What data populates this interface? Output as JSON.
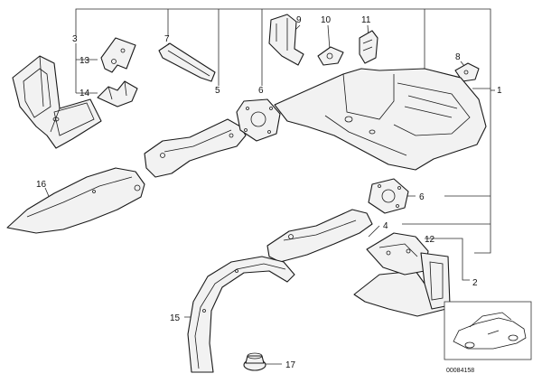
{
  "callouts": {
    "c3": "3",
    "c7": "7",
    "c9": "9",
    "c10": "10",
    "c11": "11",
    "c8": "8",
    "c13": "13",
    "c14": "14",
    "c5": "5",
    "c6a": "6",
    "c1": "1",
    "c16": "16",
    "c6b": "6",
    "c4": "4",
    "c12": "12",
    "c2": "2",
    "c15": "15",
    "c17": "17"
  },
  "inset": {
    "reference_number": "00084158"
  }
}
